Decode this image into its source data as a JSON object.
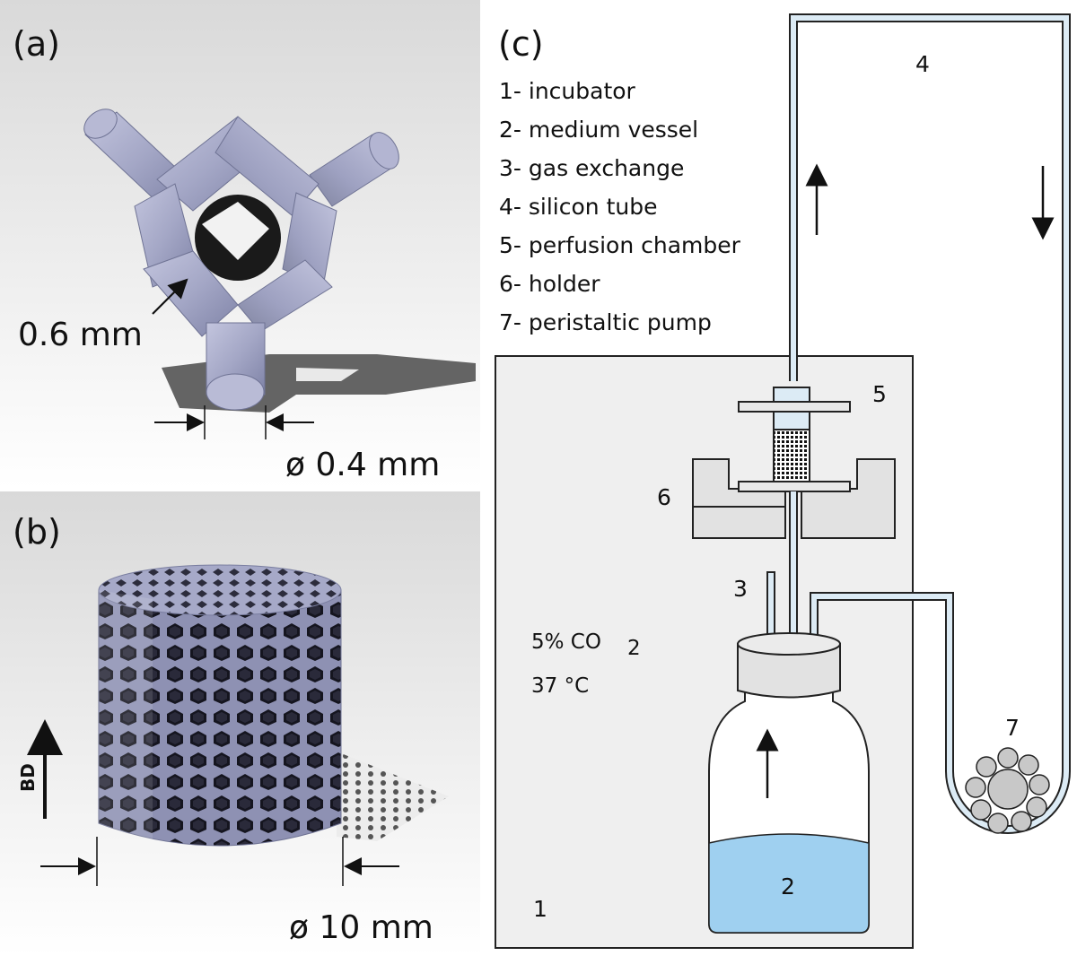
{
  "panel_a": {
    "label": "(a)",
    "strut_dimension": "0.6 mm",
    "diameter_dimension": "ø 0.4 mm"
  },
  "panel_b": {
    "label": "(b)",
    "build_direction": "BD",
    "diameter_dimension": "ø 10 mm"
  },
  "panel_c": {
    "label": "(c)",
    "legend": [
      "1- incubator",
      "2- medium vessel",
      "3- gas exchange",
      "4- silicon tube",
      "5- perfusion chamber",
      "6- holder",
      "7- peristaltic pump"
    ],
    "numbers": {
      "n1": "1",
      "n2": "2",
      "n3": "3",
      "n4": "4",
      "n5": "5",
      "n6": "6",
      "n7": "7"
    },
    "co2": "5% CO",
    "co2_sub": "2",
    "temperature": "37 °C"
  },
  "colors": {
    "strut": "#a6a9c8",
    "incubator": "#efefef",
    "holder": "#e2e2e2",
    "medium": "#9fd0f0",
    "tube_fill": "#dcebf5"
  }
}
